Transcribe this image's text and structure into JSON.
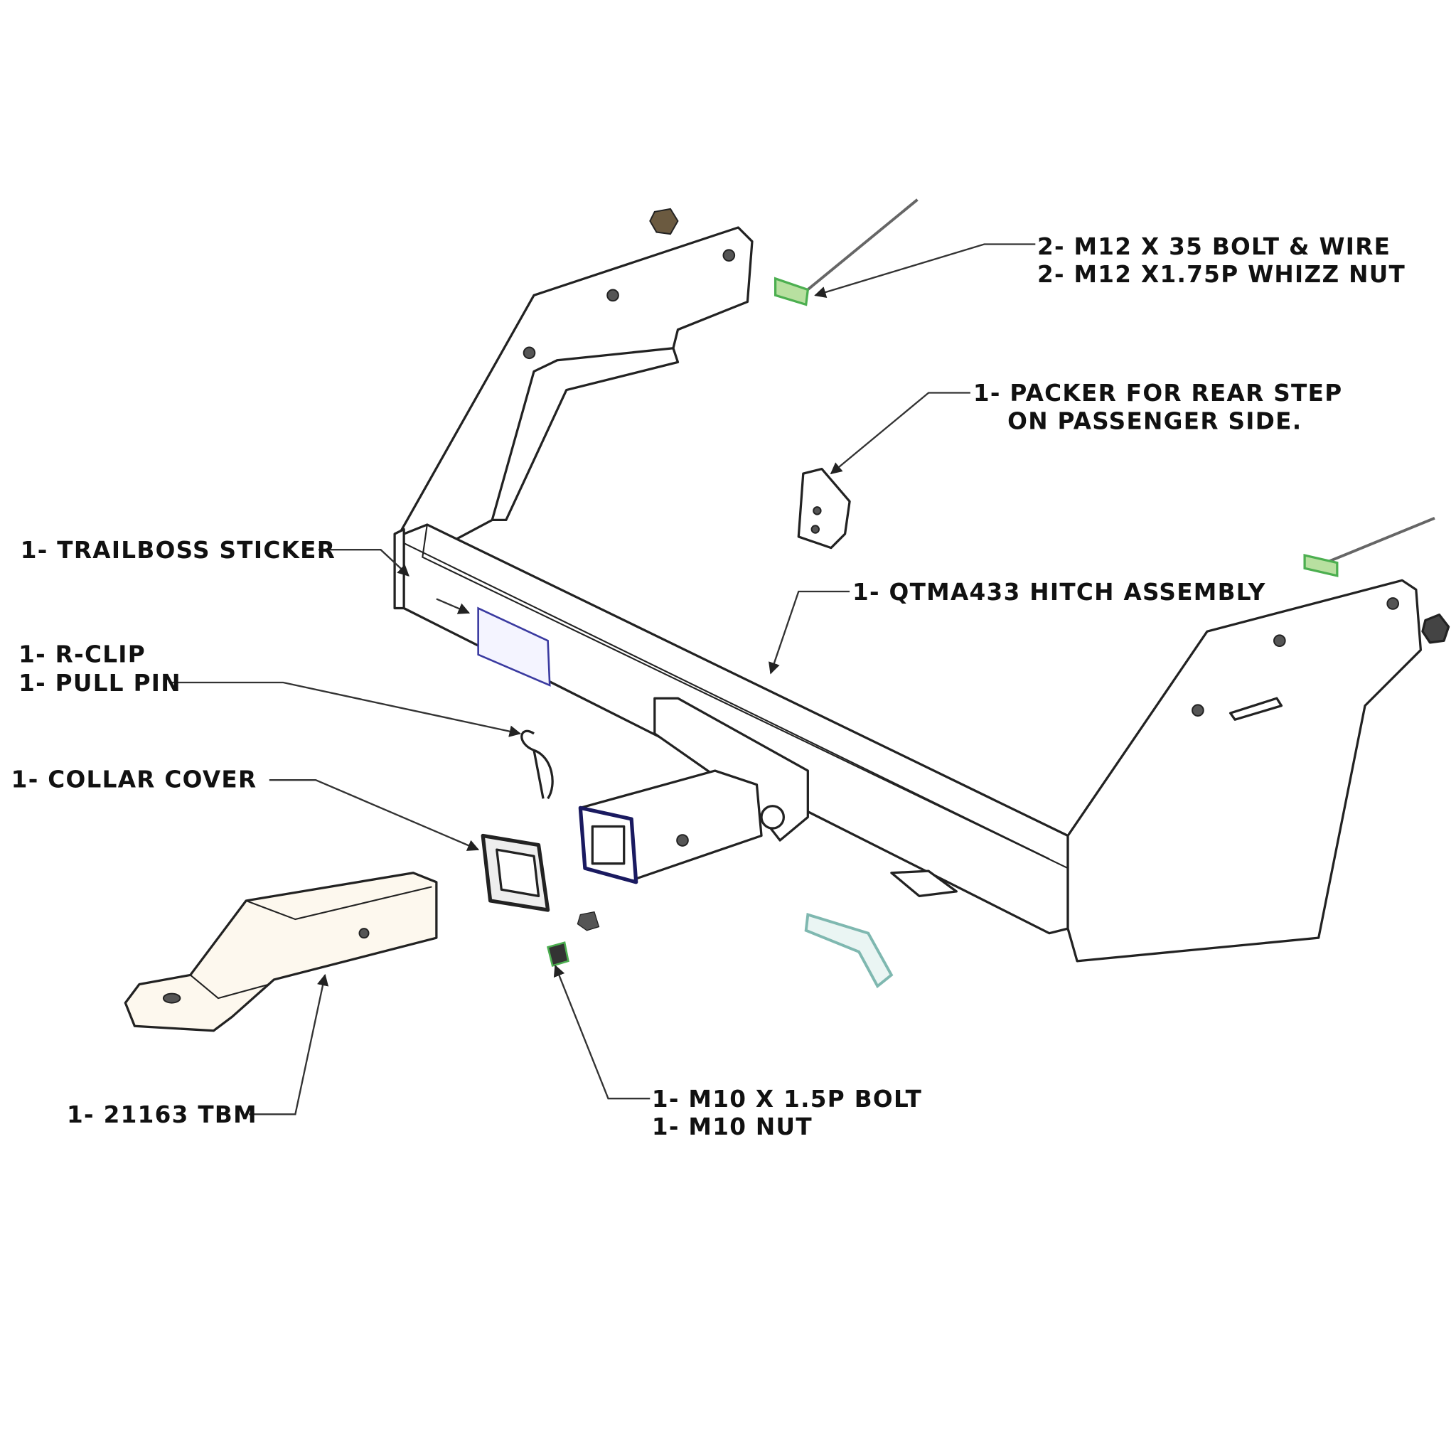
{
  "diagram": {
    "type": "exploded parts diagram",
    "labels": {
      "bolt_wire_line1": "2- M12 X 35 BOLT & WIRE",
      "bolt_wire_line2": "2- M12 X1.75P WHIZZ NUT",
      "packer_line1": "1- PACKER FOR REAR STEP",
      "packer_line2": "ON PASSENGER SIDE.",
      "sticker": "1- TRAILBOSS STICKER",
      "hitch_assembly": "1- QTMA433 HITCH ASSEMBLY",
      "rclip": "1- R-CLIP",
      "pull_pin": "1- PULL PIN",
      "collar_cover": "1- COLLAR COVER",
      "tbm": "1- 21163 TBM",
      "m10_bolt": "1- M10 X 1.5P BOLT",
      "m10_nut": "1- M10 NUT"
    },
    "colors": {
      "line": "#222222",
      "bolt_accent": "#4caf50",
      "sticker_accent": "#3a3aa0",
      "pin_accent": "#7fb8b0",
      "tbm_tint": "#fdf8ee"
    }
  }
}
